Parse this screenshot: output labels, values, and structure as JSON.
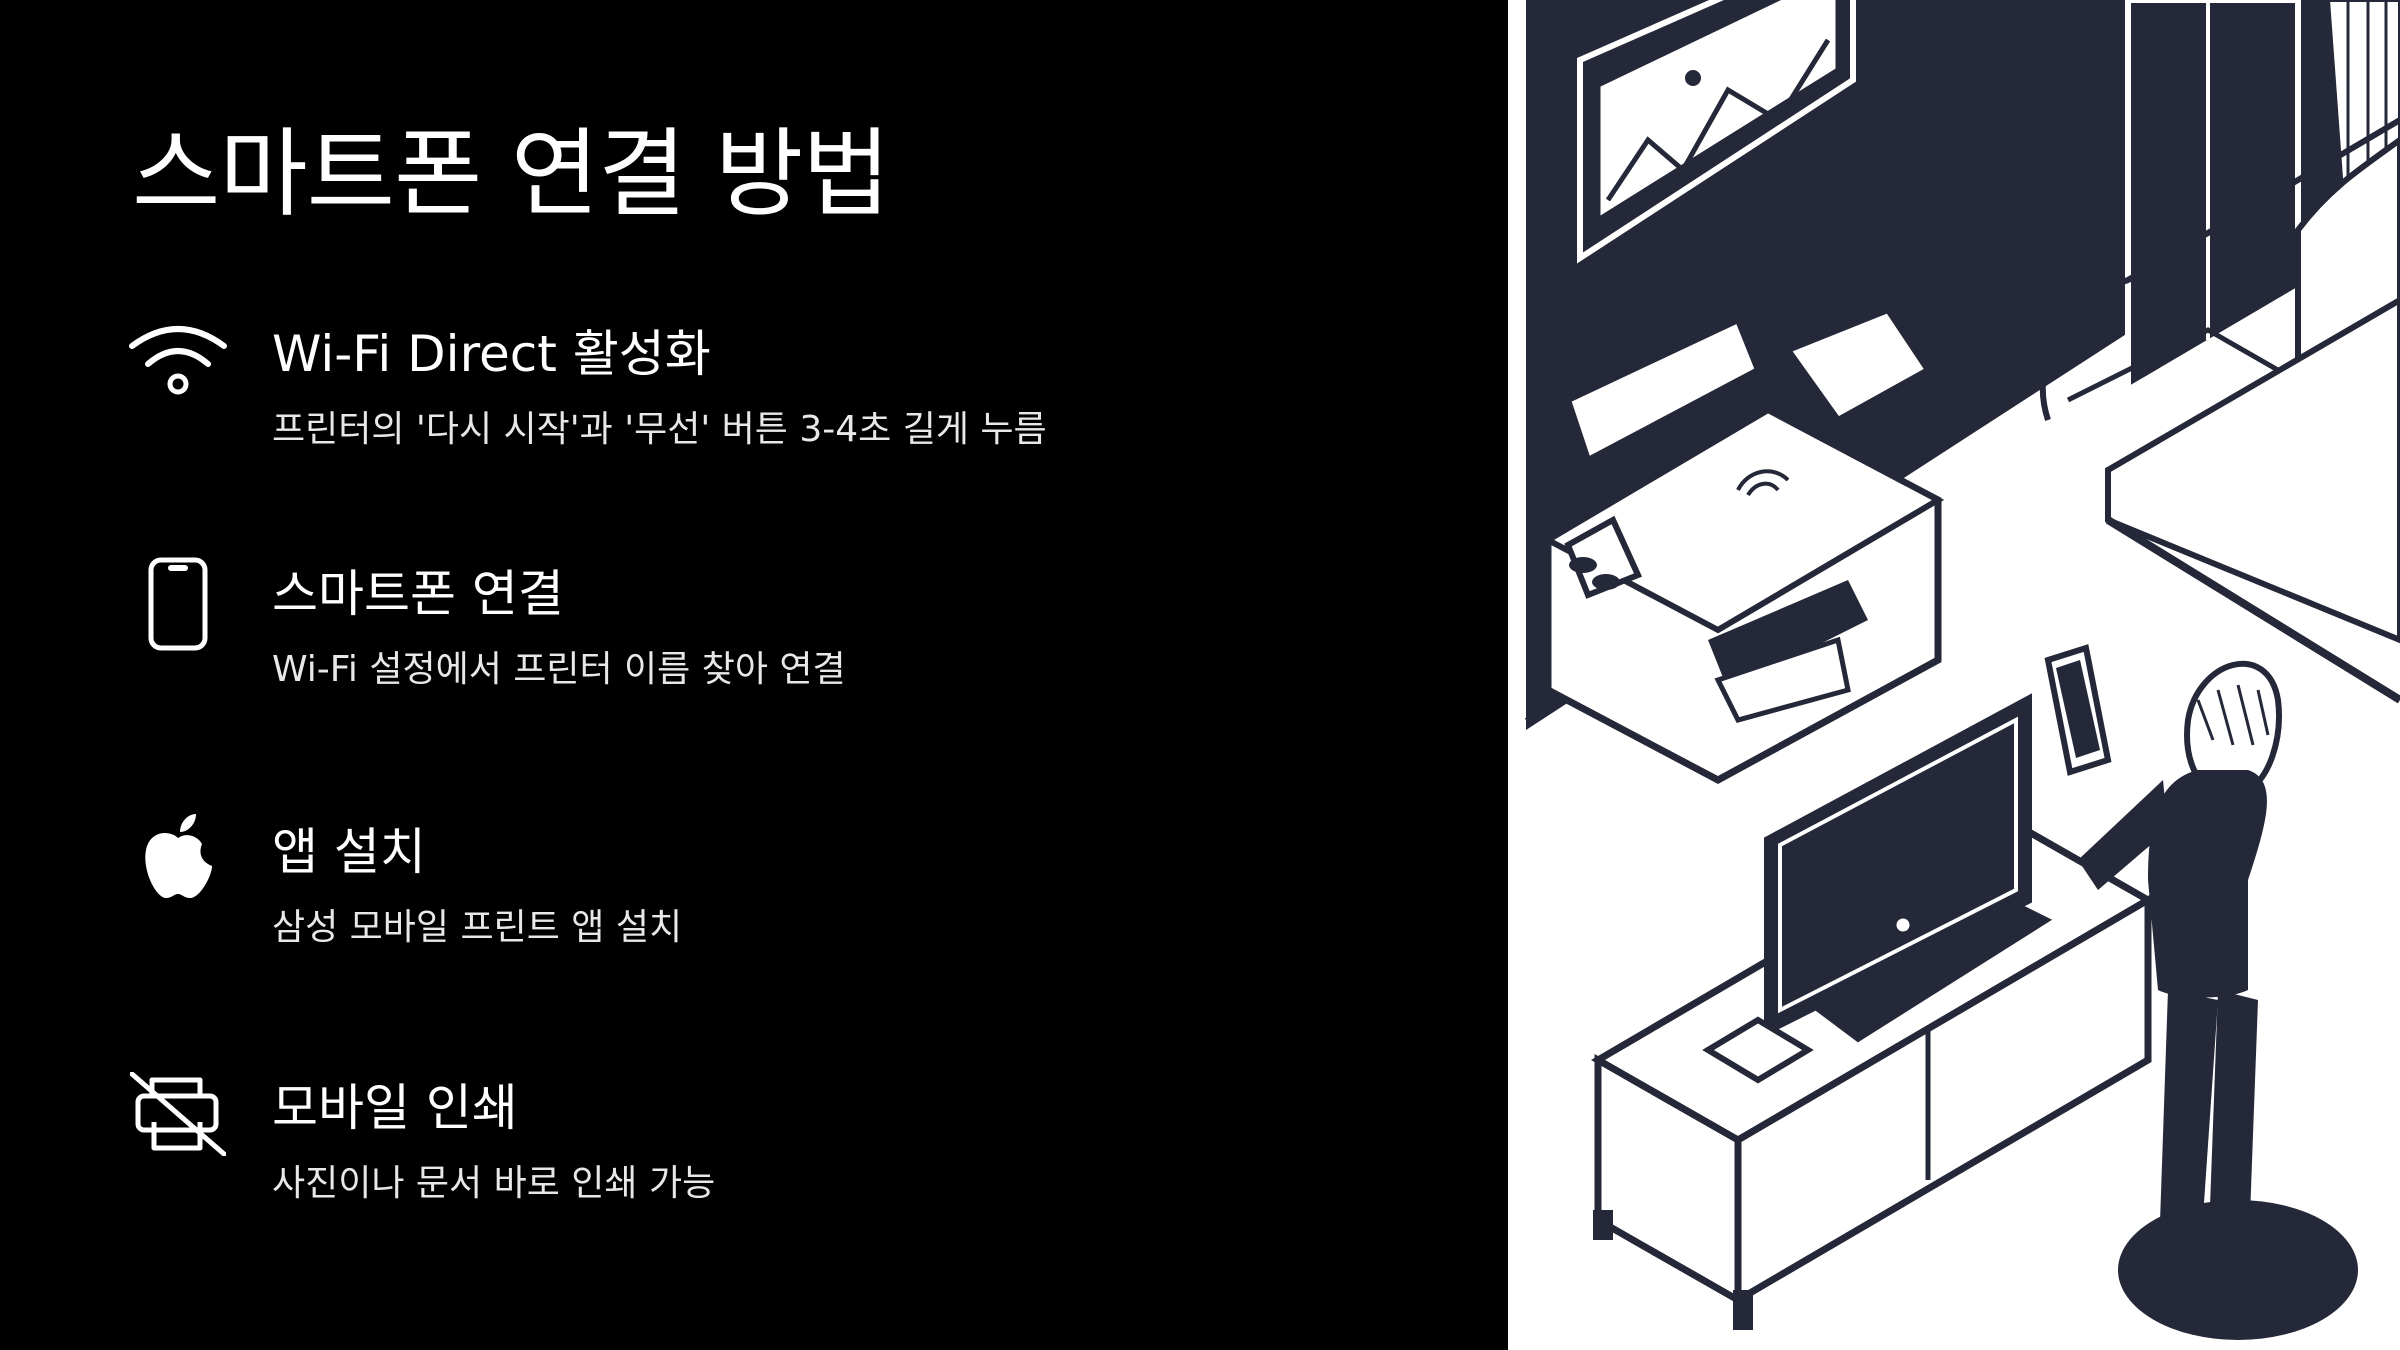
{
  "slide": {
    "title": "스마트폰 연결 방법"
  },
  "steps": [
    {
      "icon": "wifi-icon",
      "title": "Wi-Fi Direct 활성화",
      "description": "프린터의 '다시 시작'과 '무선' 버튼 3-4초 길게 누름"
    },
    {
      "icon": "smartphone-icon",
      "title": "스마트폰 연결",
      "description": "Wi-Fi 설정에서 프린터 이름 찾아 연결"
    },
    {
      "icon": "apple-icon",
      "title": "앱 설치",
      "description": "삼성 모바일 프린트 앱 설치"
    },
    {
      "icon": "printer-off-icon",
      "title": "모바일 인쇄",
      "description": "사진이나 문서 바로 인쇄 가능"
    }
  ],
  "colors": {
    "background": "#000000",
    "text": "#ffffff",
    "illustration_dark": "#252838",
    "illustration_light": "#ffffff"
  }
}
